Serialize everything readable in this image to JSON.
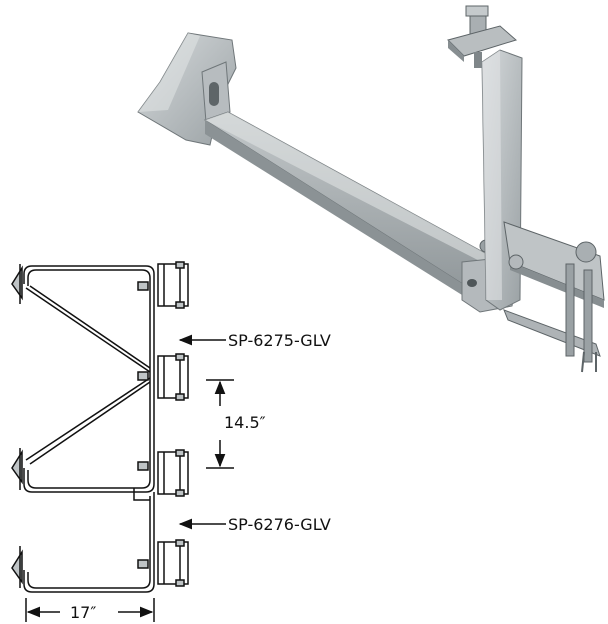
{
  "callouts": {
    "upper_part": "SP-6275-GLV",
    "lower_part": "SP-6276-GLV"
  },
  "dimensions": {
    "vertical_spacing": "14.5″",
    "horizontal_width": "17″"
  },
  "colors": {
    "steel_light": "#c9cdcf",
    "steel_mid": "#a9afb2",
    "steel_dark": "#7c8387",
    "line": "#111111",
    "background": "#ffffff"
  }
}
